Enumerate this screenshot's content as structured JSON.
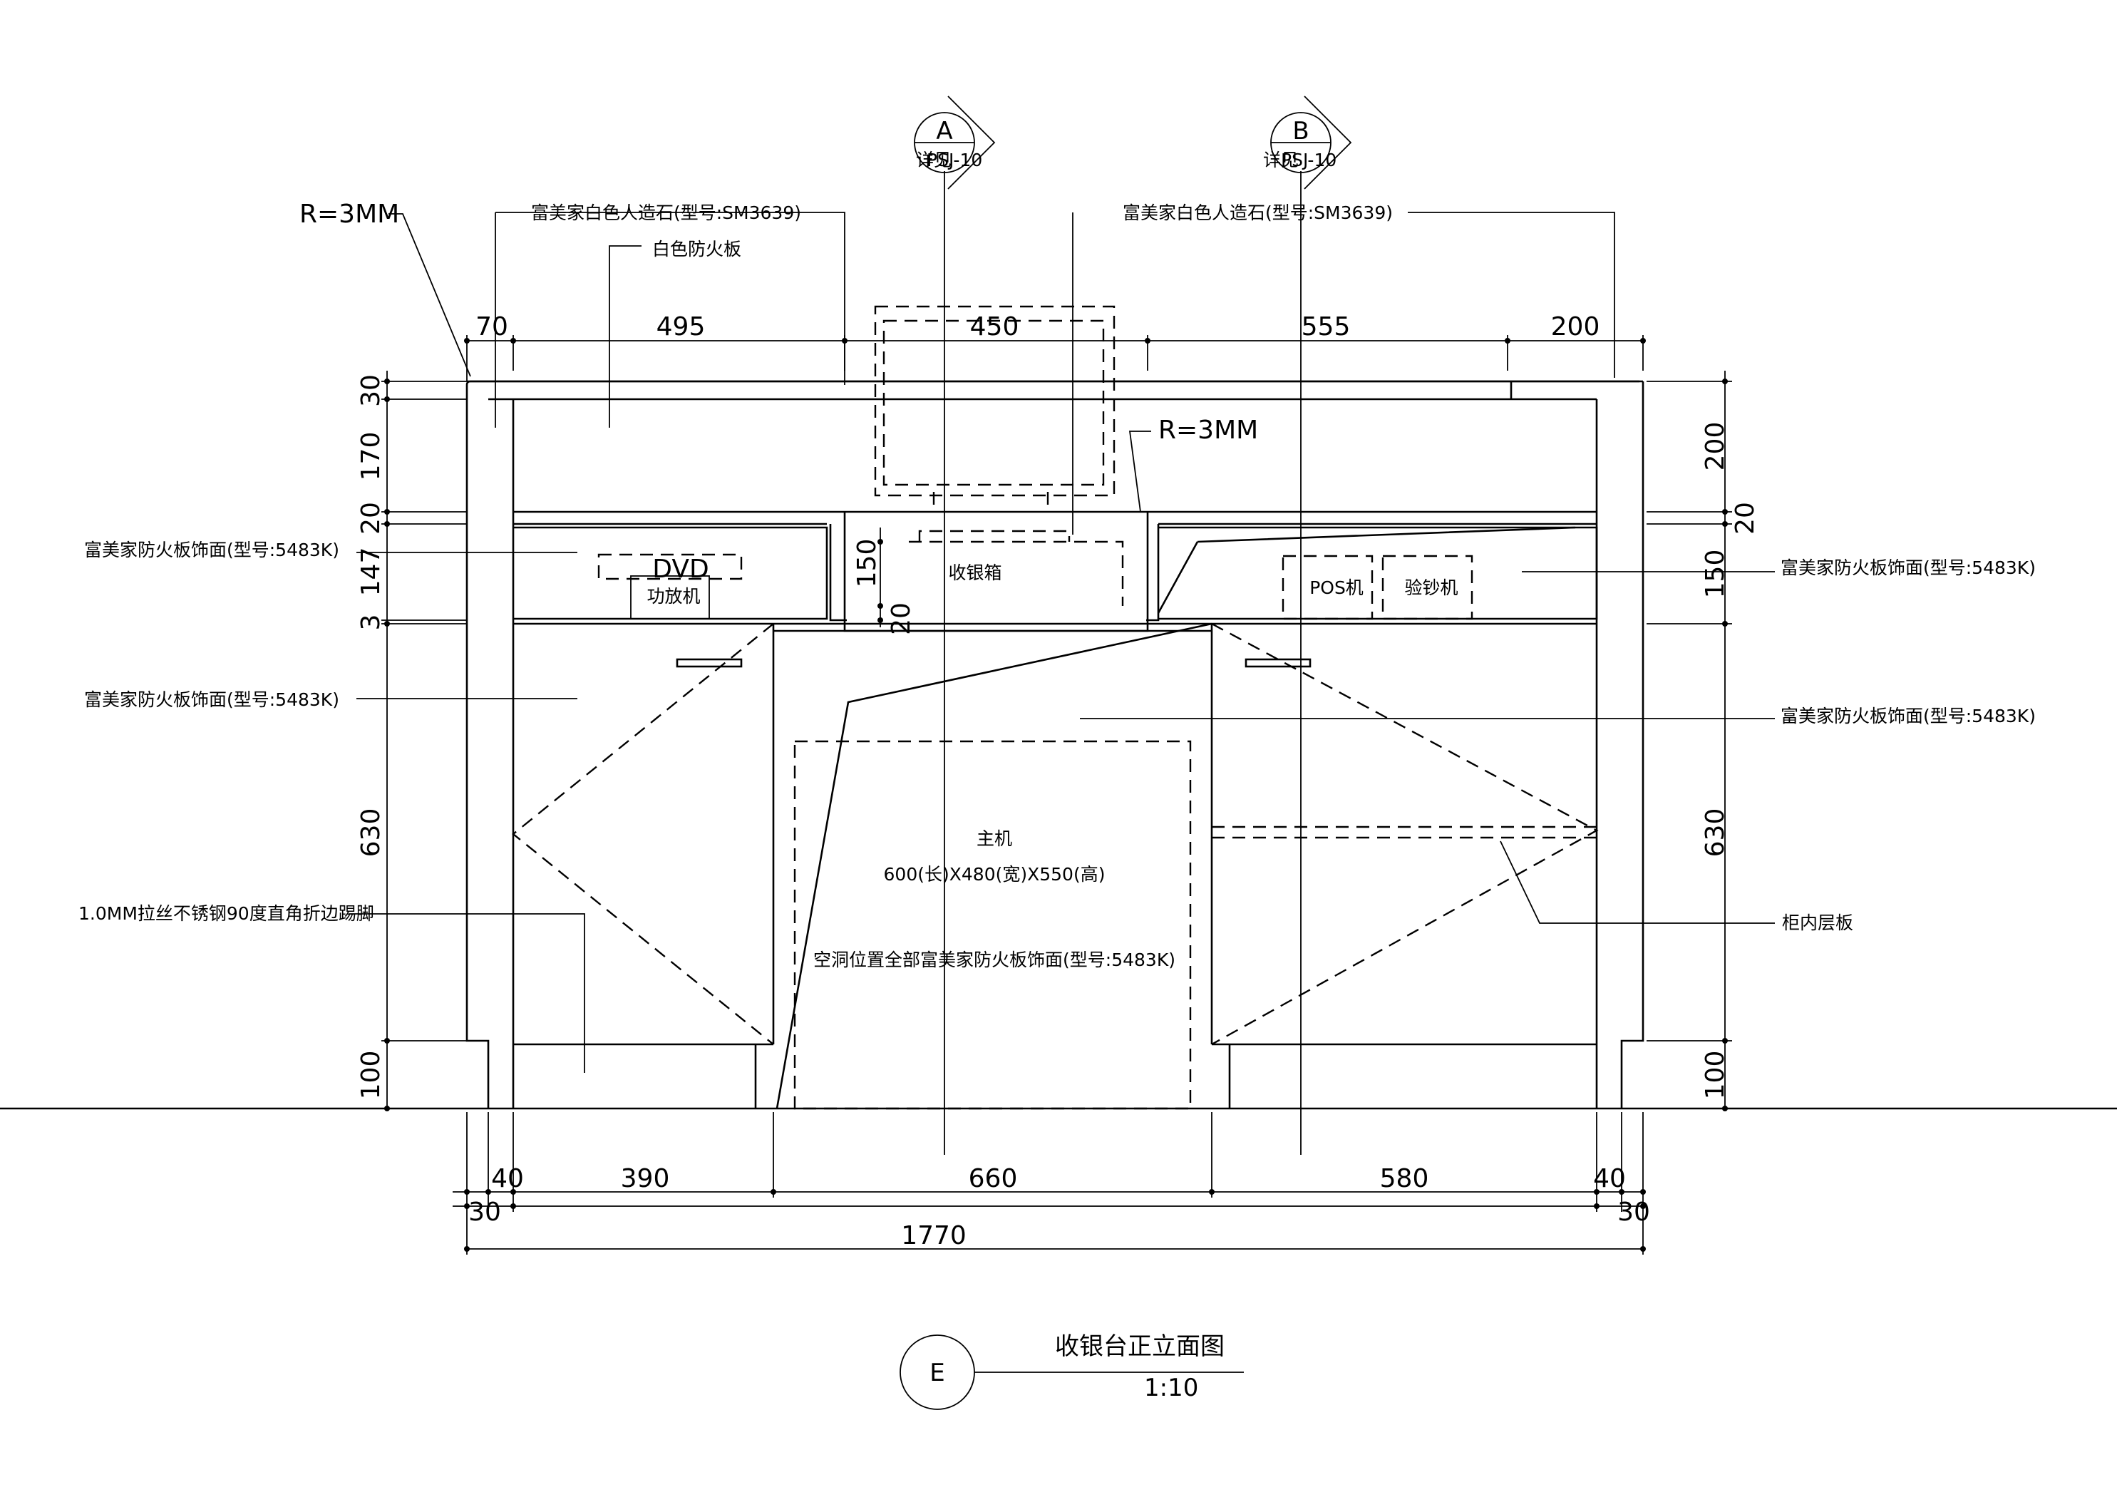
{
  "drawing": {
    "title": "收银台正立面图",
    "scale": "1:10",
    "view_label": "E",
    "section_markers": [
      {
        "letter": "A",
        "ref": "PSJ-10",
        "prefix": "详见"
      },
      {
        "letter": "B",
        "ref": "PSJ-10",
        "prefix": "详见"
      }
    ]
  },
  "dimensions": {
    "top": [
      "70",
      "495",
      "450",
      "555",
      "200"
    ],
    "left": [
      "30",
      "170",
      "20",
      "147",
      "3",
      "630",
      "100"
    ],
    "right": [
      "200",
      "20",
      "150",
      "630",
      "100"
    ],
    "inner_150": "150",
    "inner_20": "20",
    "bottom_row1": [
      "40",
      "390",
      "660",
      "580",
      "40"
    ],
    "bottom_row2": [
      "30",
      "30"
    ],
    "total": "1770"
  },
  "labels": {
    "radius_left": "R=3MM",
    "radius_mid": "R=3MM",
    "stone_left": "富美家白色人造石(型号:SM3639)",
    "stone_right": "富美家白色人造石(型号:SM3639)",
    "white_board": "白色防火板",
    "veneer_1": "富美家防火板饰面(型号:5483K)",
    "veneer_2": "富美家防火板饰面(型号:5483K)",
    "veneer_3": "富美家防火板饰面(型号:5483K)",
    "veneer_4": "富美家防火板饰面(型号:5483K)",
    "kick": "1.0MM拉丝不锈钢90度直角折边踢脚",
    "shelf": "柜内层板",
    "dvd": "DVD",
    "amp": "功放机",
    "cash_box": "收银箱",
    "pos": "POS机",
    "checker": "验钞机",
    "host": "主机",
    "host_size": "600(长)X480(宽)X550(高)",
    "void": "空洞位置全部富美家防火板饰面(型号:5483K)"
  }
}
